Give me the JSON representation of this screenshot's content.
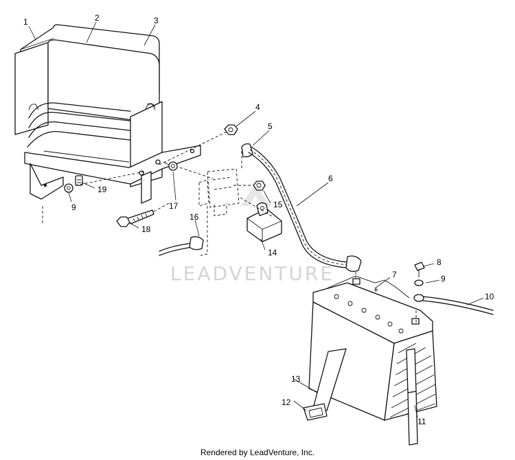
{
  "callouts": {
    "c1": "1",
    "c2": "2",
    "c3": "3",
    "c4": "4",
    "c5": "5",
    "c6": "6",
    "c7": "7",
    "c8": "8",
    "c9a": "9",
    "c9b": "9",
    "c10": "10",
    "c11": "11",
    "c12": "12",
    "c13": "13",
    "c14": "14",
    "c15": "15",
    "c16": "16",
    "c17": "17",
    "c18": "18",
    "c19": "19"
  },
  "battery_plus": "+",
  "watermark": "LEADVENTURE",
  "footer": "Rendered by LeadVenture, Inc."
}
